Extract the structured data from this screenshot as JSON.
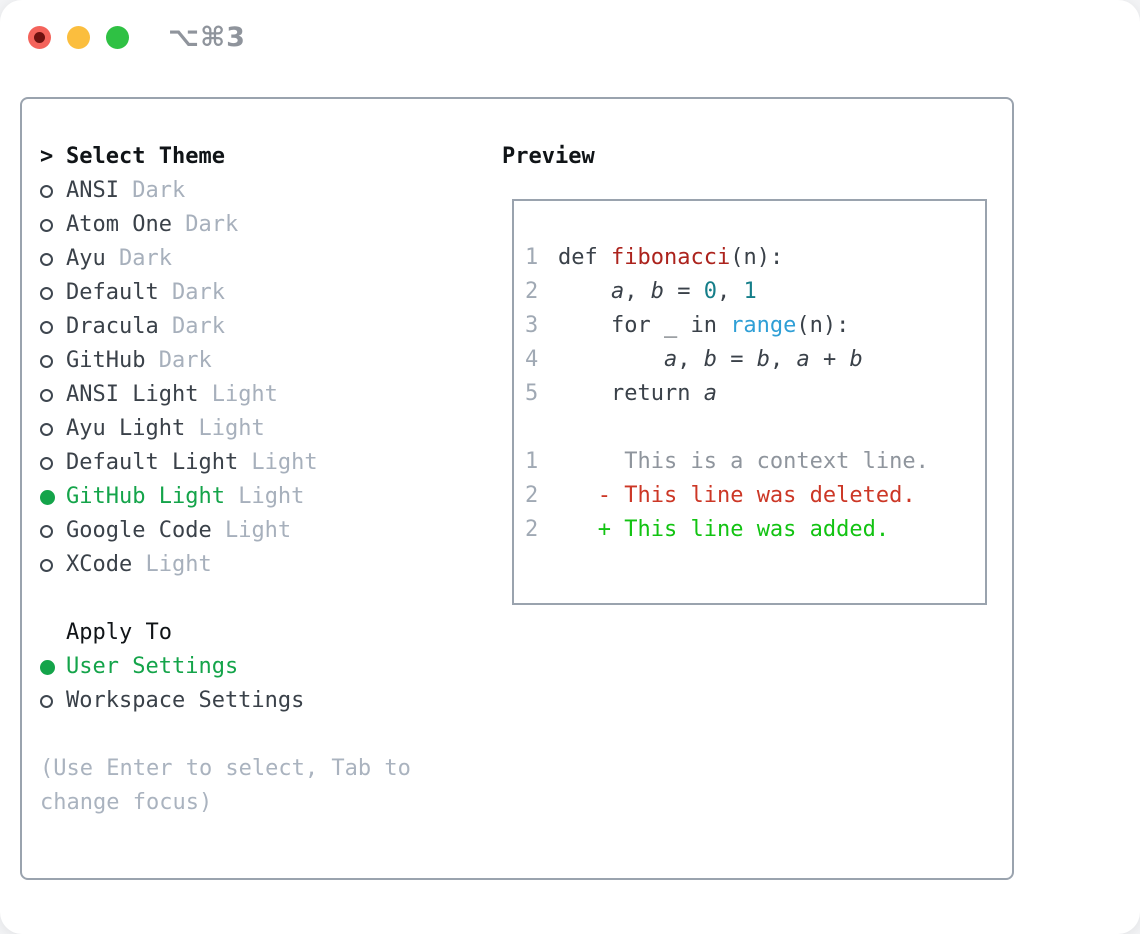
{
  "window": {
    "title": "⌥⌘3"
  },
  "colors": {
    "accent_green": "#14a44a",
    "added_green": "#12c312",
    "deleted_red": "#cc3726",
    "function_red": "#ac231d",
    "number_teal": "#157e89",
    "builtin_blue": "#2f9fd6",
    "muted_gray": "#a7b0bc",
    "border_gray": "#9aa3ae"
  },
  "theme_picker": {
    "heading_prefix": ">",
    "heading": "Select Theme",
    "items": [
      {
        "name": "ANSI",
        "variant": "Dark",
        "selected": false
      },
      {
        "name": "Atom One",
        "variant": "Dark",
        "selected": false
      },
      {
        "name": "Ayu",
        "variant": "Dark",
        "selected": false
      },
      {
        "name": "Default",
        "variant": "Dark",
        "selected": false
      },
      {
        "name": "Dracula",
        "variant": "Dark",
        "selected": false
      },
      {
        "name": "GitHub",
        "variant": "Dark",
        "selected": false
      },
      {
        "name": "ANSI Light",
        "variant": "Light",
        "selected": false
      },
      {
        "name": "Ayu Light",
        "variant": "Light",
        "selected": false
      },
      {
        "name": "Default Light",
        "variant": "Light",
        "selected": false
      },
      {
        "name": "GitHub Light",
        "variant": "Light",
        "selected": true
      },
      {
        "name": "Google Code",
        "variant": "Light",
        "selected": false
      },
      {
        "name": "XCode",
        "variant": "Light",
        "selected": false
      }
    ],
    "apply_heading": "Apply To",
    "apply_options": [
      {
        "label": "User Settings",
        "selected": true
      },
      {
        "label": "Workspace Settings",
        "selected": false
      }
    ],
    "hint": "(Use Enter to select, Tab to change focus)"
  },
  "preview": {
    "heading": "Preview",
    "lines": [
      {
        "num": "1",
        "tokens": [
          {
            "t": "def ",
            "s": "plain"
          },
          {
            "t": "fibonacci",
            "s": "fn"
          },
          {
            "t": "(n):",
            "s": "plain"
          }
        ]
      },
      {
        "num": "2",
        "tokens": [
          {
            "t": "    ",
            "s": "plain"
          },
          {
            "t": "a",
            "s": "var"
          },
          {
            "t": ", ",
            "s": "plain"
          },
          {
            "t": "b",
            "s": "var"
          },
          {
            "t": " = ",
            "s": "plain"
          },
          {
            "t": "0",
            "s": "num"
          },
          {
            "t": ", ",
            "s": "plain"
          },
          {
            "t": "1",
            "s": "num"
          }
        ]
      },
      {
        "num": "3",
        "tokens": [
          {
            "t": "    for _ in ",
            "s": "plain"
          },
          {
            "t": "range",
            "s": "builtin"
          },
          {
            "t": "(n):",
            "s": "plain"
          }
        ]
      },
      {
        "num": "4",
        "tokens": [
          {
            "t": "        ",
            "s": "plain"
          },
          {
            "t": "a",
            "s": "var"
          },
          {
            "t": ", ",
            "s": "plain"
          },
          {
            "t": "b",
            "s": "var"
          },
          {
            "t": " = ",
            "s": "plain"
          },
          {
            "t": "b",
            "s": "var"
          },
          {
            "t": ", ",
            "s": "plain"
          },
          {
            "t": "a",
            "s": "var"
          },
          {
            "t": " + ",
            "s": "plain"
          },
          {
            "t": "b",
            "s": "var"
          }
        ]
      },
      {
        "num": "5",
        "tokens": [
          {
            "t": "    return ",
            "s": "plain"
          },
          {
            "t": "a",
            "s": "var"
          }
        ]
      },
      {
        "num": "",
        "tokens": []
      },
      {
        "num": "1",
        "tokens": [
          {
            "t": "     This is a context line.",
            "s": "context"
          }
        ]
      },
      {
        "num": "2",
        "tokens": [
          {
            "t": "   ",
            "s": "plain"
          },
          {
            "t": "- This line was deleted.",
            "s": "deleted"
          }
        ]
      },
      {
        "num": "2",
        "tokens": [
          {
            "t": "   ",
            "s": "plain"
          },
          {
            "t": "+ This line was added.",
            "s": "added"
          }
        ]
      }
    ]
  }
}
